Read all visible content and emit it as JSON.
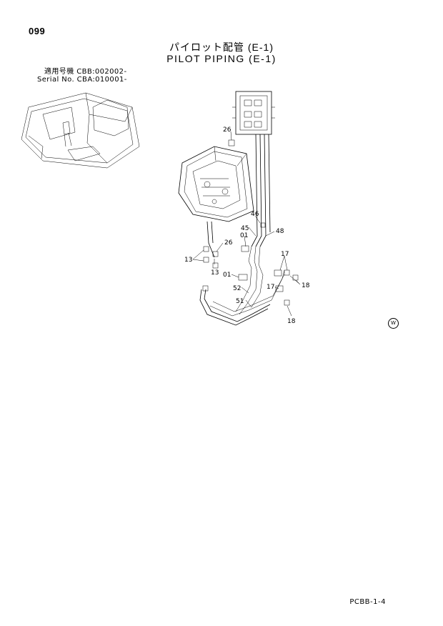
{
  "page_number": "099",
  "title_jp": "パイロット配管 (E-1)",
  "title_en": "PILOT PIPING (E-1)",
  "serial": {
    "jp_label": "適用号機",
    "jp_value": "CBB:002002-",
    "en_label": "Serial No.",
    "en_value": "CBA:010001-"
  },
  "callouts": {
    "c26a": "26",
    "c46": "46",
    "c45": "45",
    "c48": "48",
    "c01a": "01",
    "c26b": "26",
    "c13a": "13",
    "c13b": "13",
    "c17a": "17",
    "c01b": "01",
    "c18a": "18",
    "c52": "52",
    "c17b": "17",
    "c51": "51",
    "c18b": "18"
  },
  "reference_symbol": "W",
  "document_code": "PCBB-1-4"
}
